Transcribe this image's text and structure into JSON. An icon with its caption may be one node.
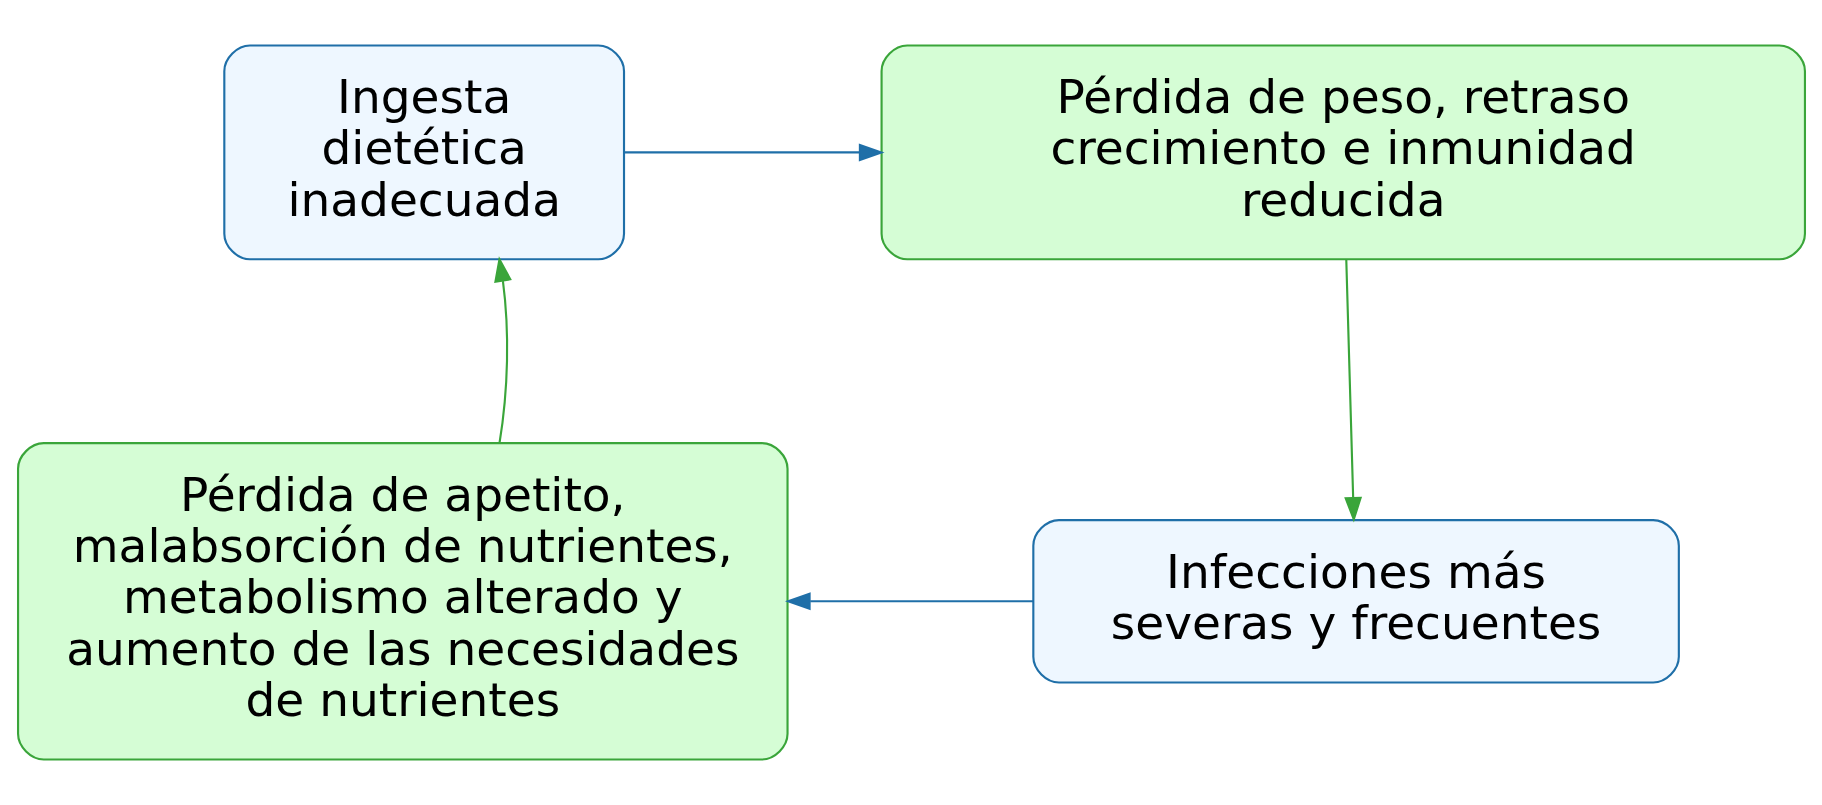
{
  "diagram": {
    "nodes": [
      {
        "text": [
          "Ingesta dietética inadecuada"
        ]
      },
      {
        "text": [
          "Pérdida de peso, retraso crecimiento e inmunidad reducida"
        ]
      },
      {
        "text": [
          "Infecciones más severas y frecuentes"
        ]
      },
      {
        "text": [
          "Pérdida de apetito, malabsorción de nutrientes, metabolismo alterado y aumento de las necesidades de nutrientes"
        ]
      }
    ],
    "edges": [
      {
        "from": 0,
        "to": 1,
        "arrow": "to",
        "color": "#1f6fa8"
      },
      {
        "from": 1,
        "to": 2,
        "arrow": "to",
        "color": "#3aa53a"
      },
      {
        "from": 2,
        "to": 3,
        "arrow": "to",
        "color": "#1f6fa8"
      },
      {
        "from": 3,
        "to": 0,
        "arrow": "to",
        "color": "#3aa53a"
      }
    ]
  }
}
